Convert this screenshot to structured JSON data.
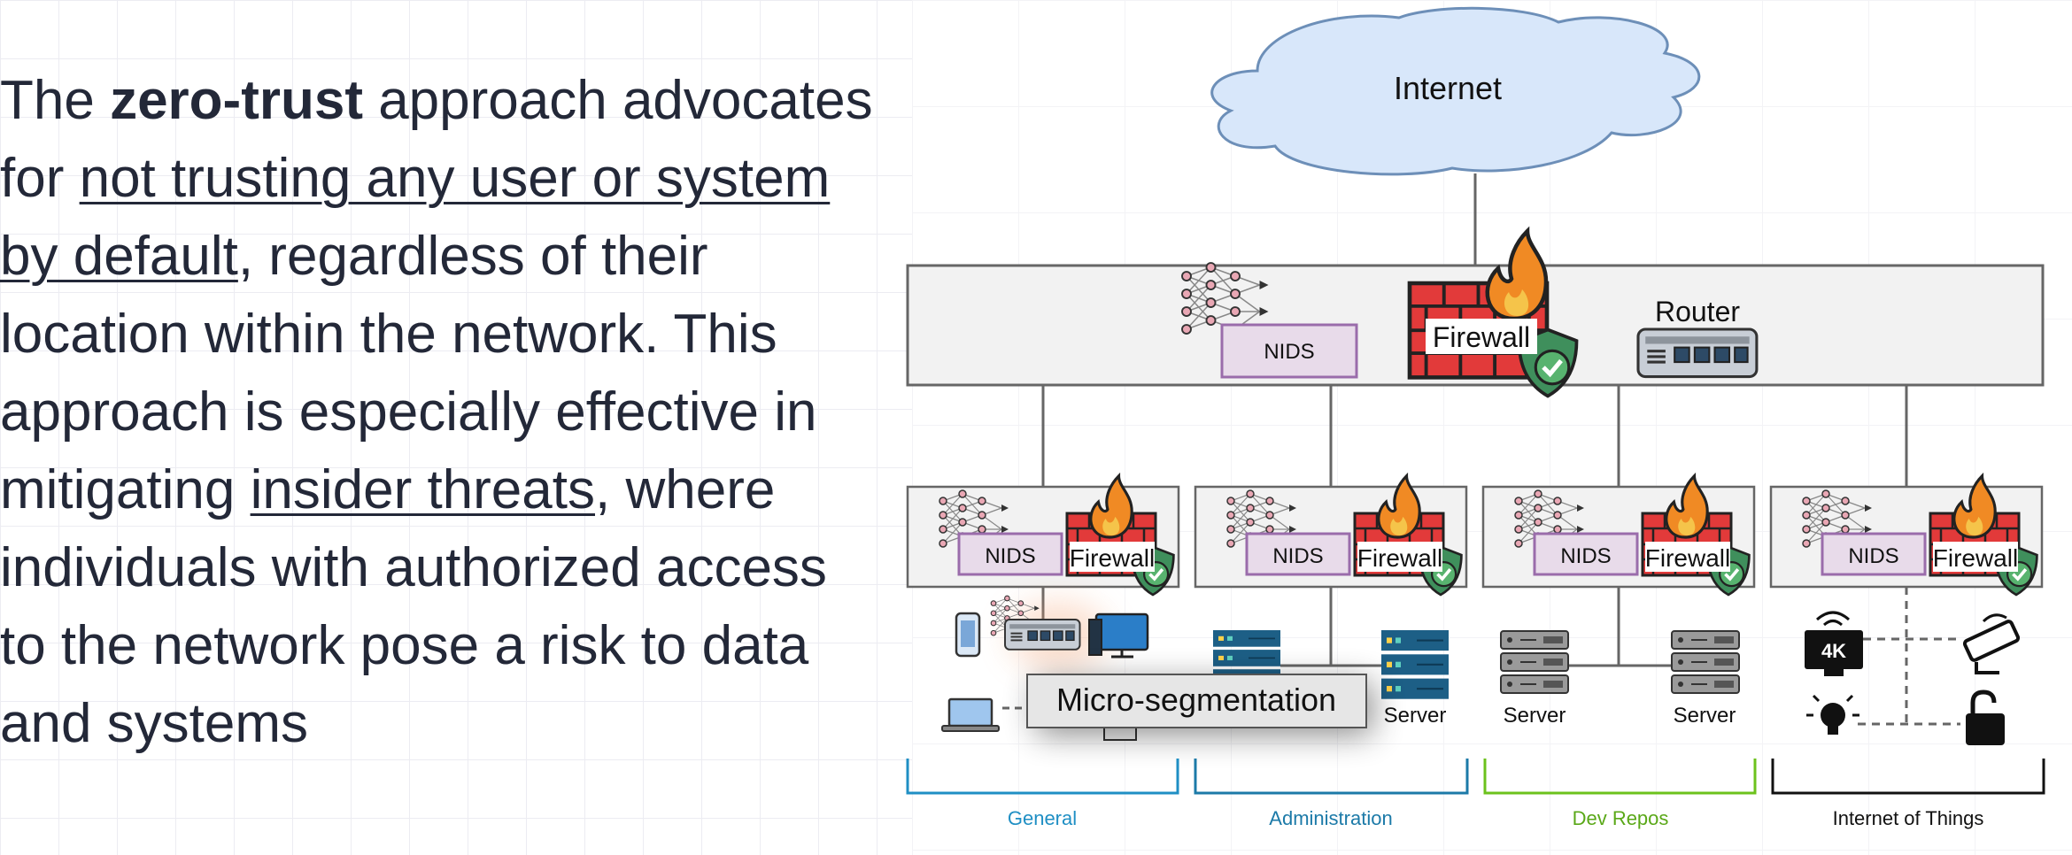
{
  "paragraph": {
    "part1": "The ",
    "bold": "zero-trust",
    "part2": " approach advocates for ",
    "underline1": "not trusting any user or system by default",
    "part3": ", regardless of their location within the network. This approach is especially effective in mitigating ",
    "underline2": "insider threats",
    "part4": ", where individuals with authorized access to the network pose a risk to data and systems"
  },
  "diagram": {
    "internet_label": "Internet",
    "router_label": "Router",
    "firewall_label": "Firewall",
    "nids_label": "NIDS",
    "server_label": "Server",
    "micro_segmentation_label": "Micro-segmentation",
    "iot_4k_label": "4K",
    "segments": [
      {
        "label": "General",
        "color": "#1f8fc4"
      },
      {
        "label": "Administration",
        "color": "#1c7aa8"
      },
      {
        "label": "Dev Repos",
        "color": "#6cc21c"
      },
      {
        "label": "Internet of Things",
        "color": "#111111"
      }
    ]
  }
}
